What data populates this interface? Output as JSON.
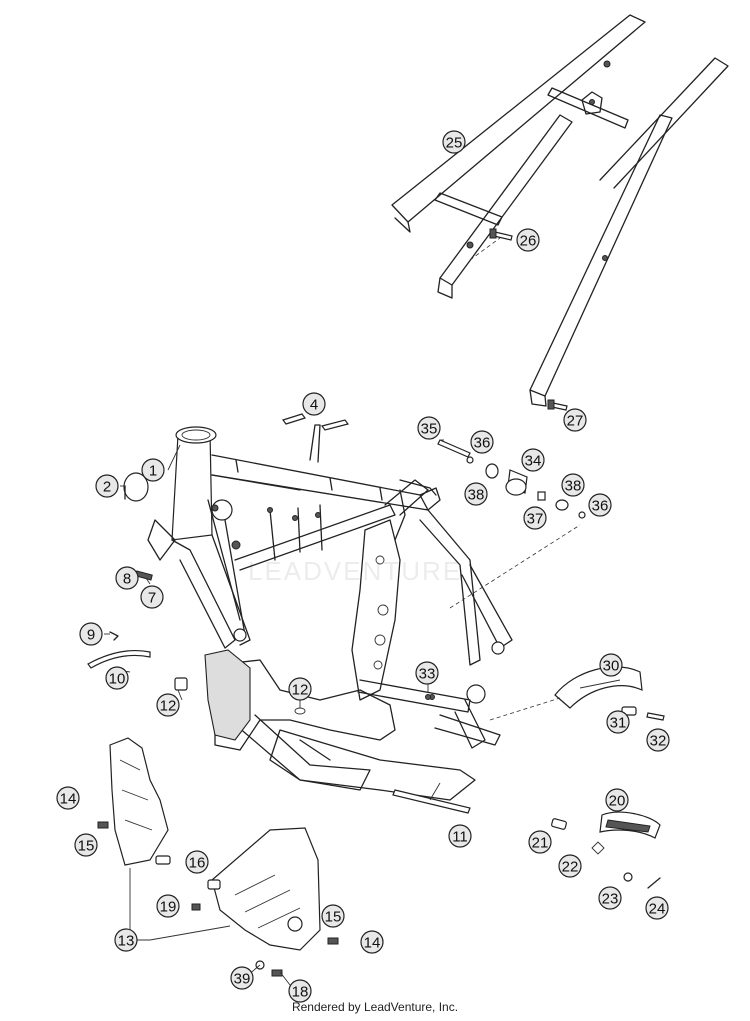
{
  "watermark": "LEADVENTURE",
  "footer": "Rendered by LeadVenture, Inc.",
  "callouts": [
    {
      "id": "c1",
      "label": "1"
    },
    {
      "id": "c2",
      "label": "2"
    },
    {
      "id": "c4",
      "label": "4"
    },
    {
      "id": "c7",
      "label": "7"
    },
    {
      "id": "c8",
      "label": "8"
    },
    {
      "id": "c9",
      "label": "9"
    },
    {
      "id": "c10",
      "label": "10"
    },
    {
      "id": "c11",
      "label": "11"
    },
    {
      "id": "c12a",
      "label": "12"
    },
    {
      "id": "c12b",
      "label": "12"
    },
    {
      "id": "c13",
      "label": "13"
    },
    {
      "id": "c14a",
      "label": "14"
    },
    {
      "id": "c14b",
      "label": "14"
    },
    {
      "id": "c15a",
      "label": "15"
    },
    {
      "id": "c15b",
      "label": "15"
    },
    {
      "id": "c16",
      "label": "16"
    },
    {
      "id": "c18",
      "label": "18"
    },
    {
      "id": "c19",
      "label": "19"
    },
    {
      "id": "c20",
      "label": "20"
    },
    {
      "id": "c21",
      "label": "21"
    },
    {
      "id": "c22",
      "label": "22"
    },
    {
      "id": "c23",
      "label": "23"
    },
    {
      "id": "c24",
      "label": "24"
    },
    {
      "id": "c25",
      "label": "25"
    },
    {
      "id": "c26",
      "label": "26"
    },
    {
      "id": "c27",
      "label": "27"
    },
    {
      "id": "c30",
      "label": "30"
    },
    {
      "id": "c31",
      "label": "31"
    },
    {
      "id": "c32",
      "label": "32"
    },
    {
      "id": "c33",
      "label": "33"
    },
    {
      "id": "c34",
      "label": "34"
    },
    {
      "id": "c35",
      "label": "35"
    },
    {
      "id": "c36a",
      "label": "36"
    },
    {
      "id": "c36b",
      "label": "36"
    },
    {
      "id": "c37",
      "label": "37"
    },
    {
      "id": "c38a",
      "label": "38"
    },
    {
      "id": "c38b",
      "label": "38"
    },
    {
      "id": "c39",
      "label": "39"
    }
  ]
}
